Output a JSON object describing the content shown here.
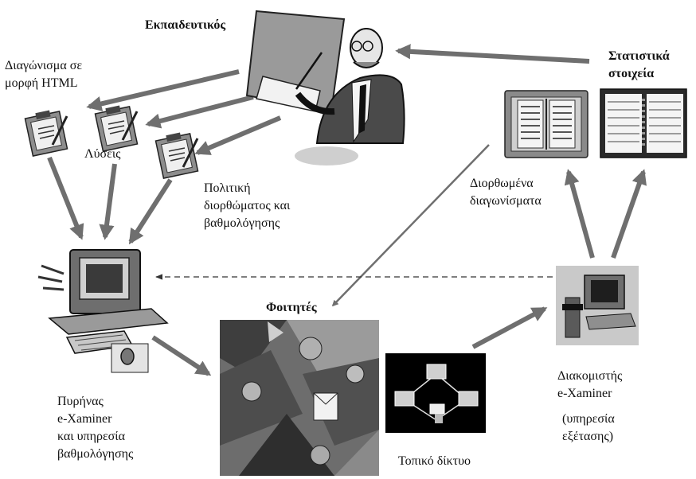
{
  "labels": {
    "teacher": "Εκπαιδευτικός",
    "exam_html": [
      "Διαγώνισμα σε",
      "μορφή HTML"
    ],
    "solutions": "Λύσεις",
    "grading_policy": [
      "Πολιτική",
      "διορθώματος και",
      "βαθμολόγησης"
    ],
    "statistics": [
      "Στατιστικά",
      "στοιχεία"
    ],
    "corrected_exams": [
      "Διορθωμένα",
      "διαγωνίσματα"
    ],
    "students": "Φοιτητές",
    "core": [
      "Πυρήνας",
      "e-Xaminer",
      "και υπηρεσία",
      "βαθμολόγησης"
    ],
    "server": [
      "Διακομιστής",
      "e-Xaminer"
    ],
    "server_service": [
      "(υπηρεσία",
      "εξέτασης)"
    ],
    "lan": "Τοπικό δίκτυο"
  },
  "icons": {
    "teacher": "teacher-presenter-icon",
    "clipboard": "clipboard-document-icon",
    "book": "book-icon",
    "planner": "planner-binder-icon",
    "computer": "desktop-computer-icon",
    "students": "students-collage-image",
    "network": "network-computers-icon",
    "server": "server-workstation-icon"
  },
  "colors": {
    "arrow": "#6f6f6f",
    "dashed": "#333333"
  }
}
